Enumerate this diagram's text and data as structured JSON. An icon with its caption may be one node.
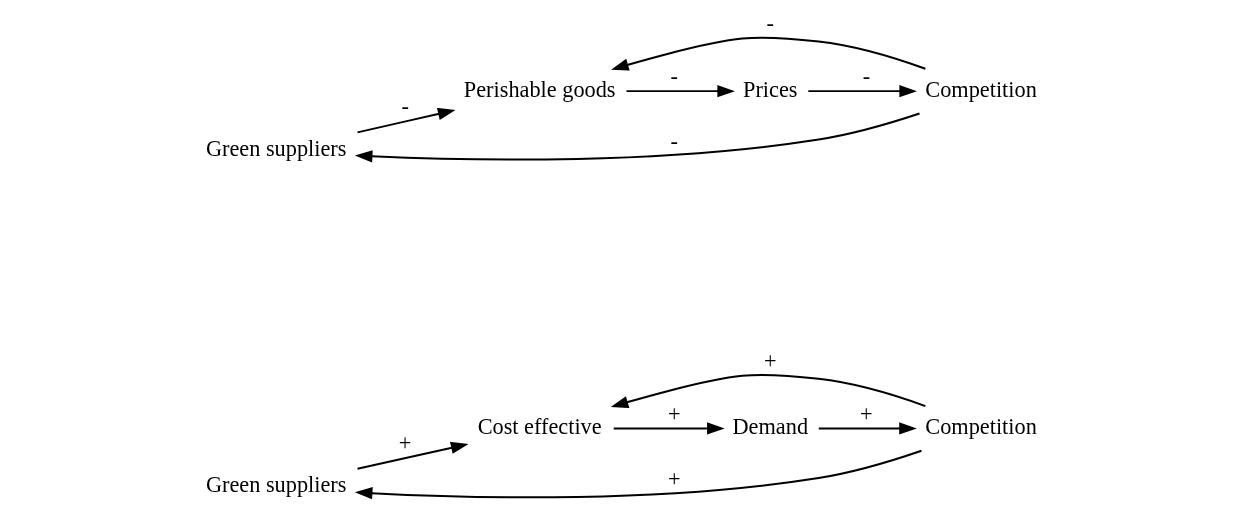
{
  "diagram": {
    "nodes": [
      {
        "text": [
          "Green suppliers"
        ]
      },
      {
        "text": [
          "Competition"
        ]
      },
      {
        "text": [
          "Cost effective"
        ]
      },
      {
        "text": [
          "Demand"
        ]
      },
      {
        "text": [
          "Green suppliers"
        ]
      },
      {
        "text": [
          "Competition"
        ]
      },
      {
        "text": [
          "Perishable goods"
        ]
      },
      {
        "text": [
          "Prices"
        ]
      }
    ],
    "edges": [
      {
        "from": 1,
        "to": 0,
        "arrow": "to",
        "label": "+"
      },
      {
        "from": 0,
        "to": 2,
        "arrow": "to",
        "label": "+"
      },
      {
        "from": 1,
        "to": 2,
        "arrow": "to",
        "label": "+"
      },
      {
        "from": 2,
        "to": 3,
        "arrow": "to",
        "label": "+"
      },
      {
        "from": 3,
        "to": 1,
        "arrow": "to",
        "label": "+"
      },
      {
        "from": 5,
        "to": 4,
        "arrow": "to",
        "label": "-"
      },
      {
        "from": 4,
        "to": 6,
        "arrow": "to",
        "label": "-"
      },
      {
        "from": 5,
        "to": 6,
        "arrow": "to",
        "label": "-"
      },
      {
        "from": 6,
        "to": 7,
        "arrow": "to",
        "label": "-"
      },
      {
        "from": 7,
        "to": 5,
        "arrow": "to",
        "label": "-"
      }
    ]
  }
}
